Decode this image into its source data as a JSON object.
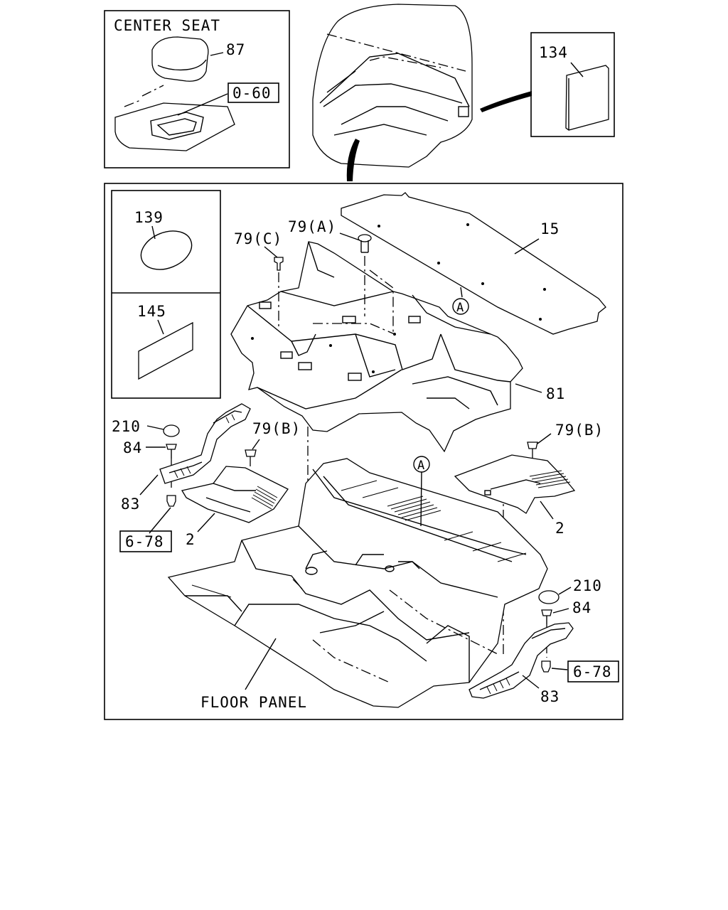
{
  "inset_center_seat": {
    "title": "CENTER SEAT",
    "part_87": "87",
    "ref_0_60": "0-60"
  },
  "inset_134": {
    "part": "134"
  },
  "inset_139": {
    "part": "139"
  },
  "inset_145": {
    "part": "145"
  },
  "main": {
    "part_15": "15",
    "part_79a": "79(A)",
    "part_79c": "79(C)",
    "marker_a_upper": "A",
    "part_81": "81",
    "part_210_left": "210",
    "part_84_left": "84",
    "part_79b_left": "79(B)",
    "part_83_left": "83",
    "ref_6_78_left": "6-78",
    "part_2_left": "2",
    "marker_a_lower": "A",
    "part_79b_right": "79(B)",
    "part_2_right": "2",
    "part_210_right": "210",
    "part_84_right": "84",
    "ref_6_78_right": "6-78",
    "part_83_right": "83",
    "floor_panel": "FLOOR PANEL"
  }
}
